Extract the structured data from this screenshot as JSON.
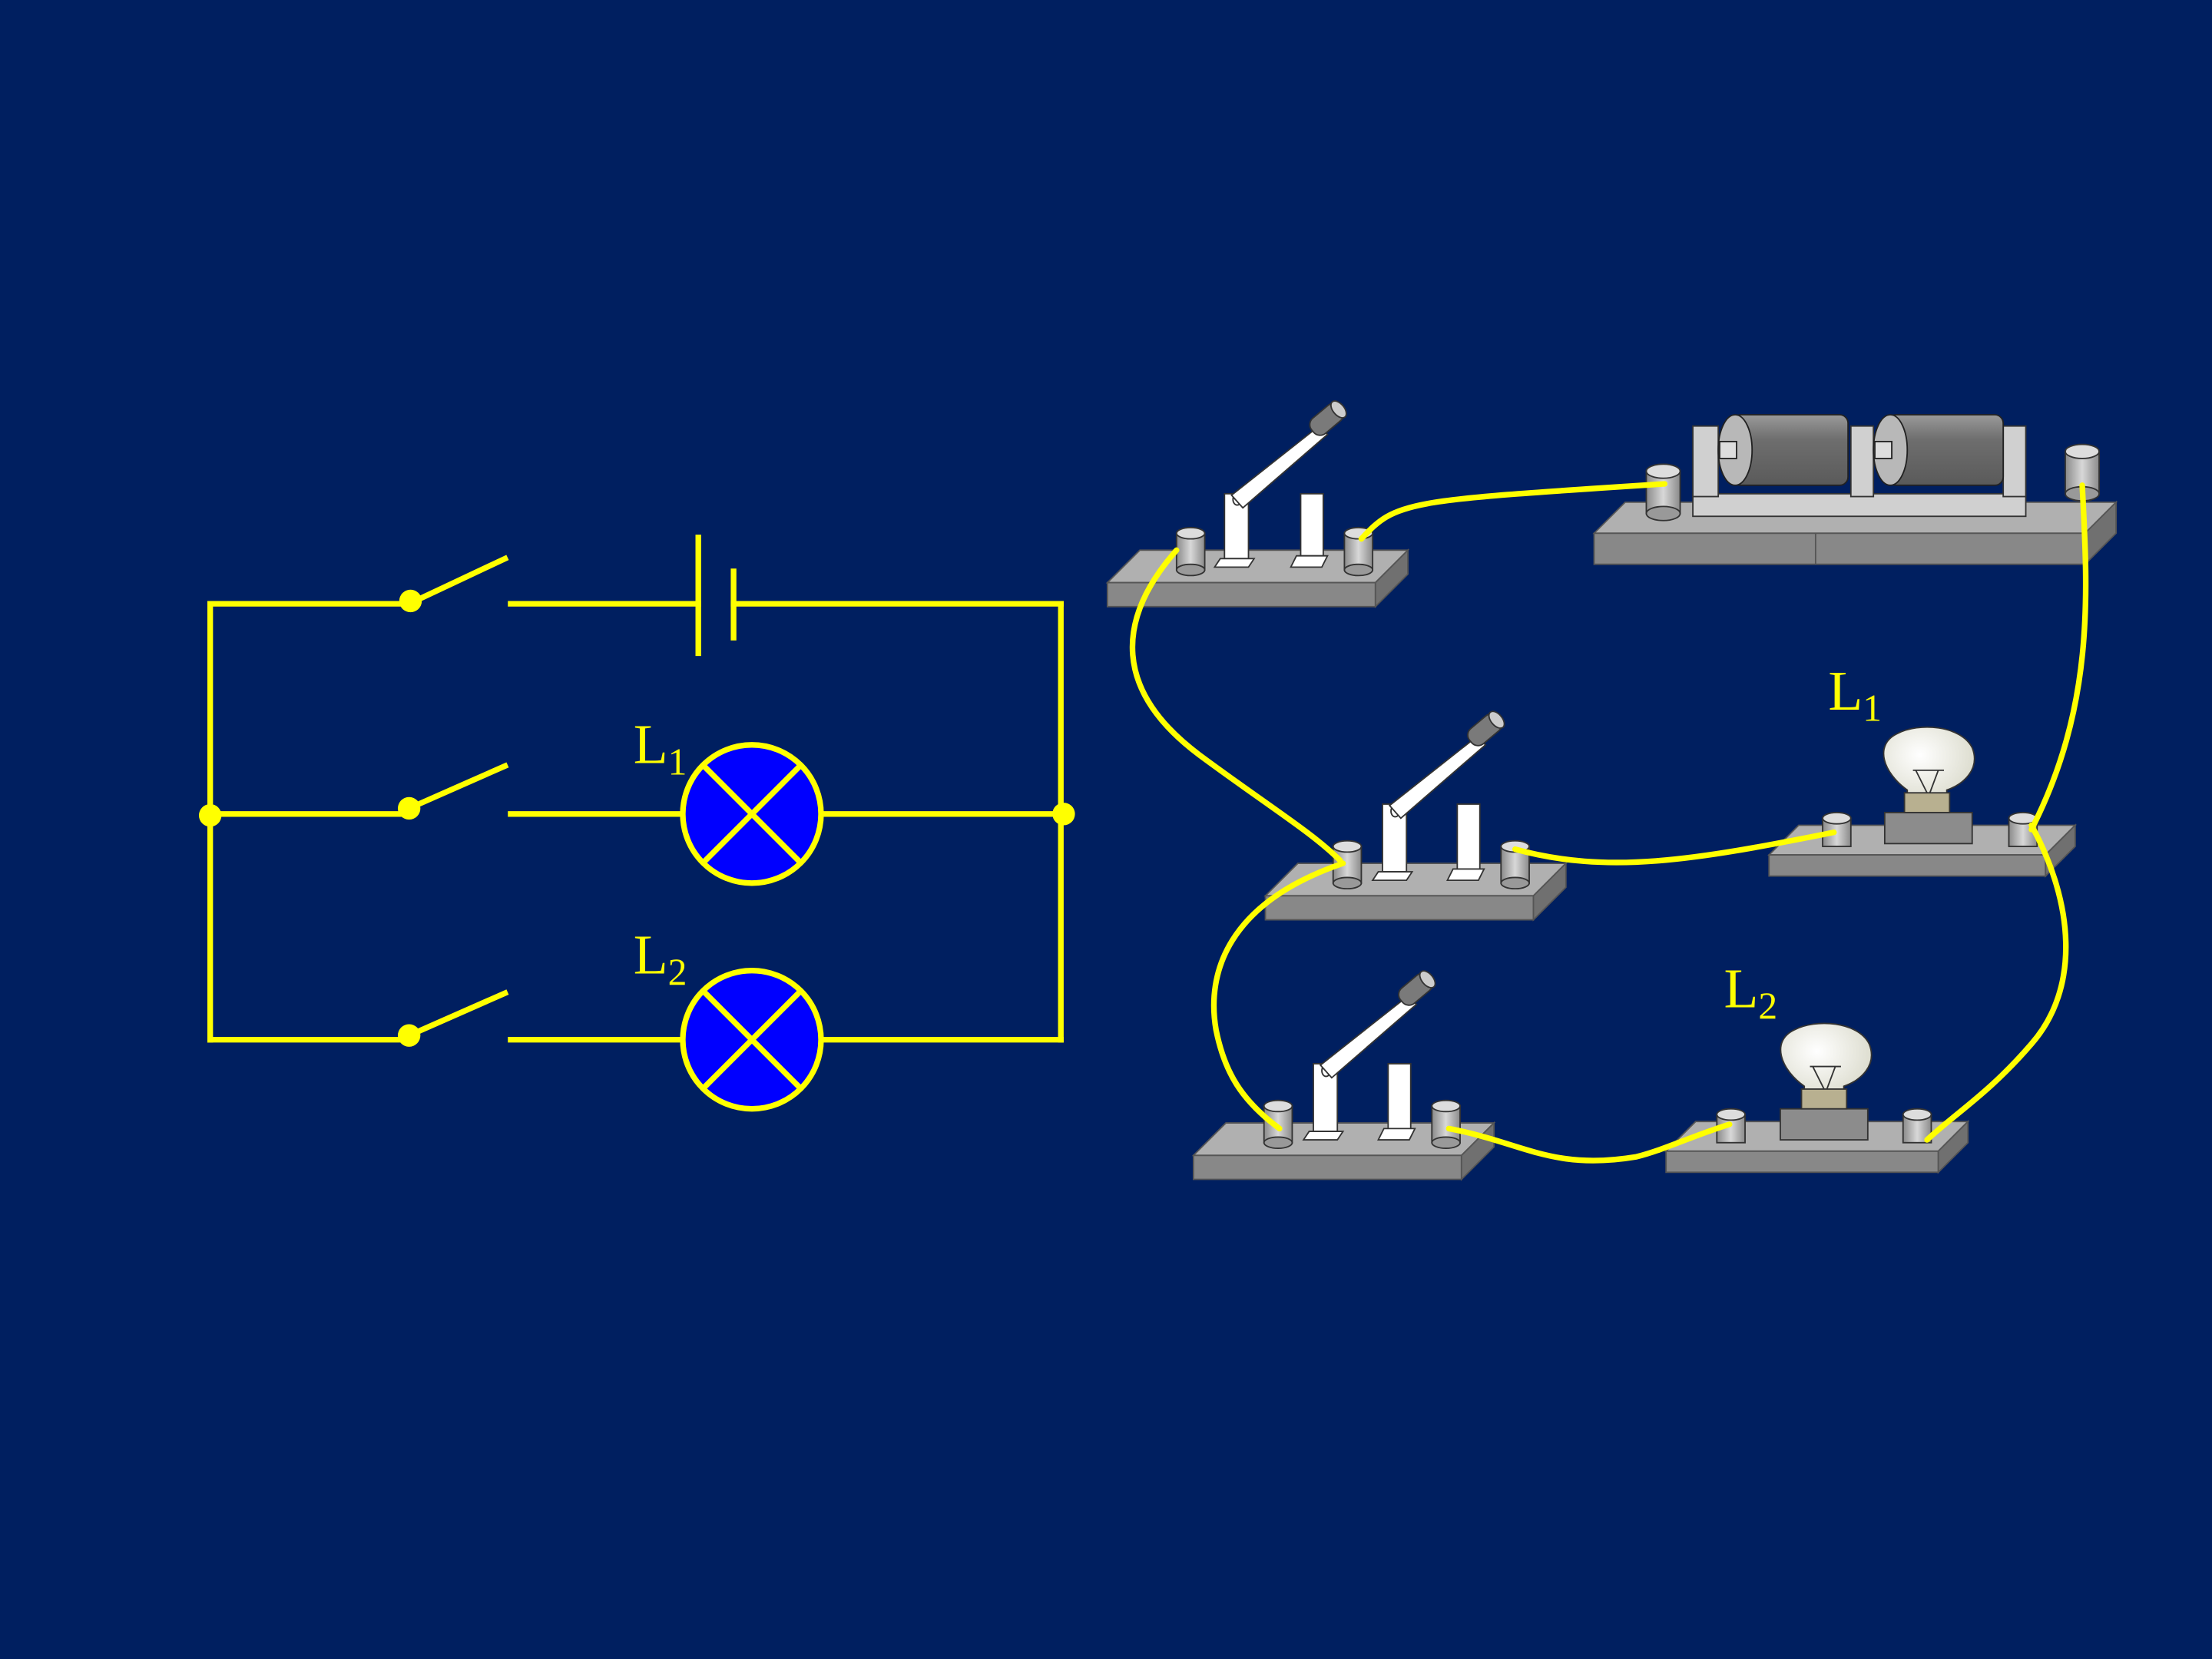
{
  "colors": {
    "background": "#001f60",
    "wire": "#ffff00",
    "lamp_fill": "#0000ff",
    "base_gray": "#8c8c8c",
    "terminal_gray": "#bdbdbd"
  },
  "schematic": {
    "lamp1": {
      "letter": "L",
      "sub": "1"
    },
    "lamp2": {
      "letter": "L",
      "sub": "2"
    }
  },
  "physical": {
    "bulb1": {
      "letter": "L",
      "sub": "1"
    },
    "bulb2": {
      "letter": "L",
      "sub": "2"
    }
  }
}
